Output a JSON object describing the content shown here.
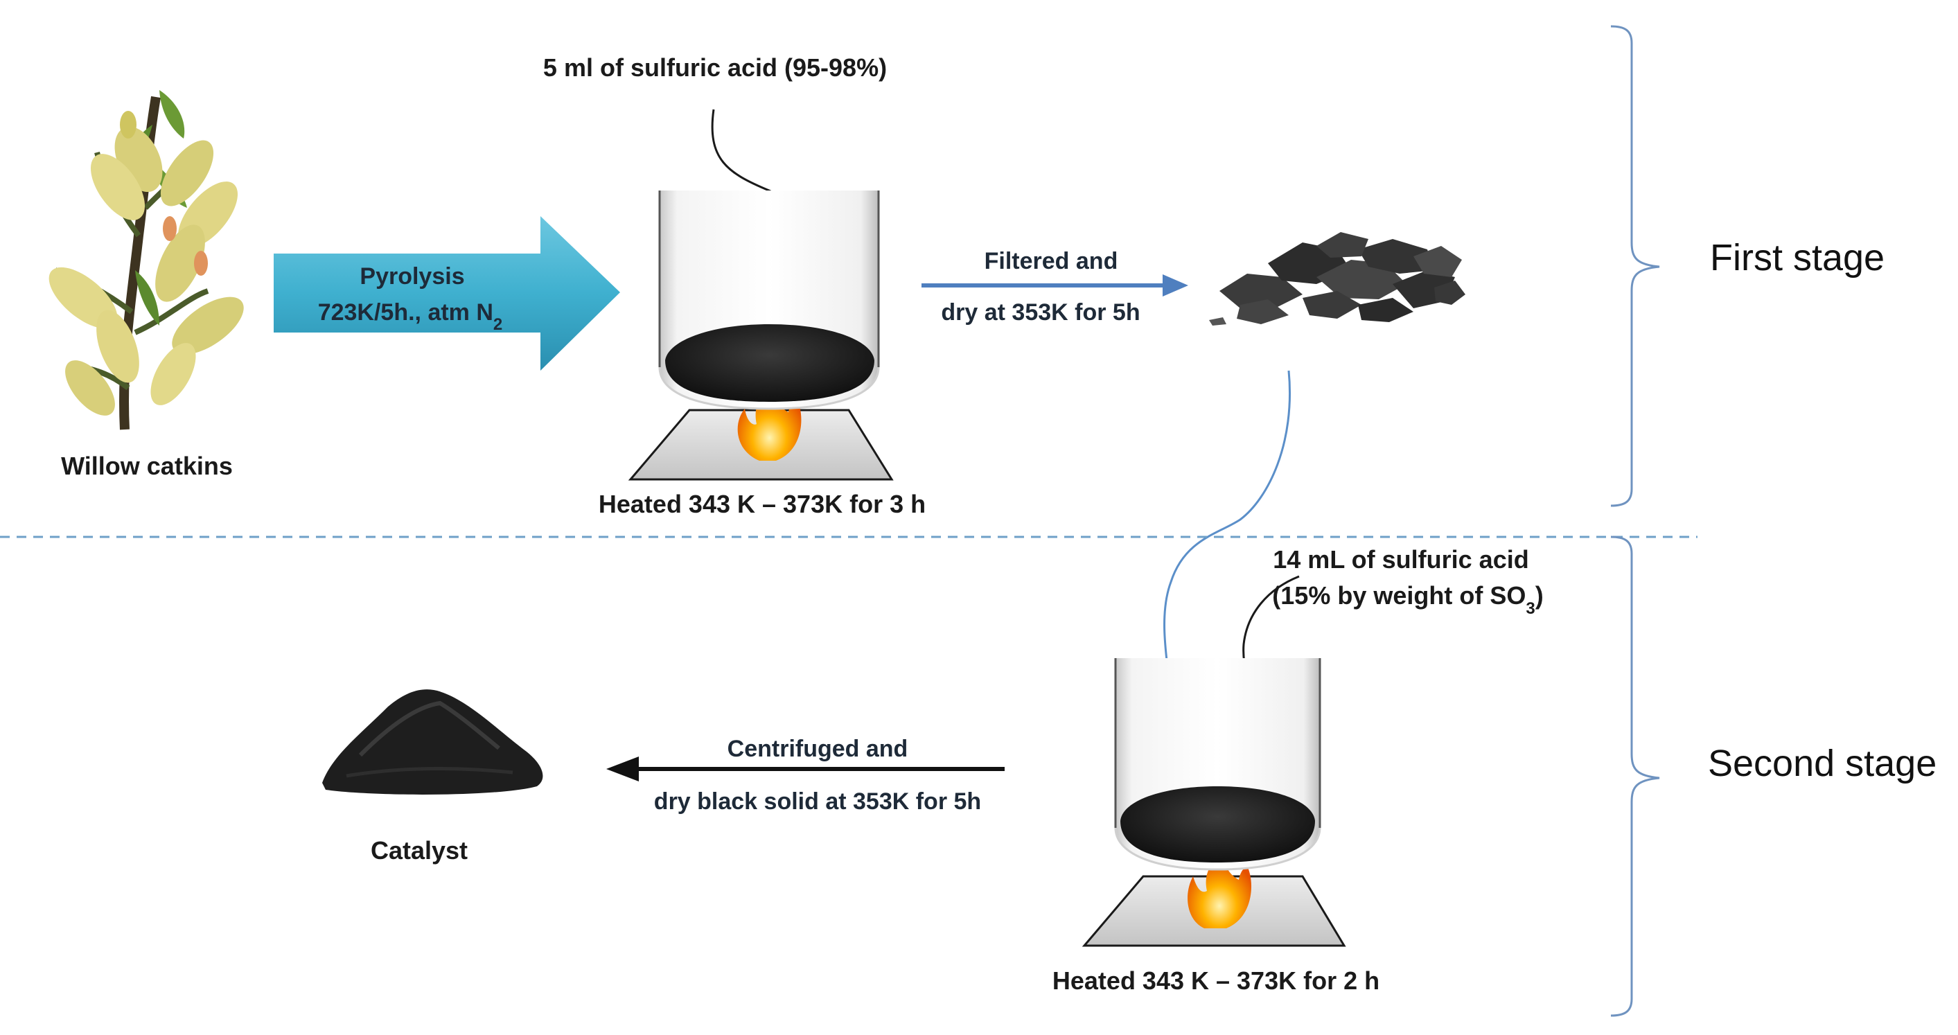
{
  "colors": {
    "pyrolysis_arrow": "#3fb0cf",
    "blue_arrow": "#4f7fbf",
    "divider": "#6fa0c8",
    "bracket": "#6f93c0",
    "carbon": "#1f1f1f",
    "hot_plate": "#d9d9d9",
    "flame": "#f57c00"
  },
  "stage1": {
    "label": "First stage",
    "plant_label": "Willow catkins",
    "pyrolysis_title": "Pyrolysis",
    "pyrolysis_conditions": "723K/5h., atm N",
    "pyrolysis_subscript": "2",
    "acid_label": "5 ml of sulfuric acid (95-98%)",
    "heating_label": "Heated 343 K – 373K for 3 h",
    "filter_line1": "Filtered and",
    "filter_line2": "dry at 353K for 5h"
  },
  "stage2": {
    "label": "Second stage",
    "acid_line1": "14  mL of sulfuric acid",
    "acid_line2_prefix": "(15% by weight of SO",
    "acid_line2_subscript": "3",
    "acid_line2_suffix": ")",
    "heating_label": "Heated 343 K – 373K for 2 h",
    "centrifuge_line1": "Centrifuged and",
    "centrifuge_line2": "dry black solid at 353K for 5h",
    "product_label": "Catalyst"
  }
}
